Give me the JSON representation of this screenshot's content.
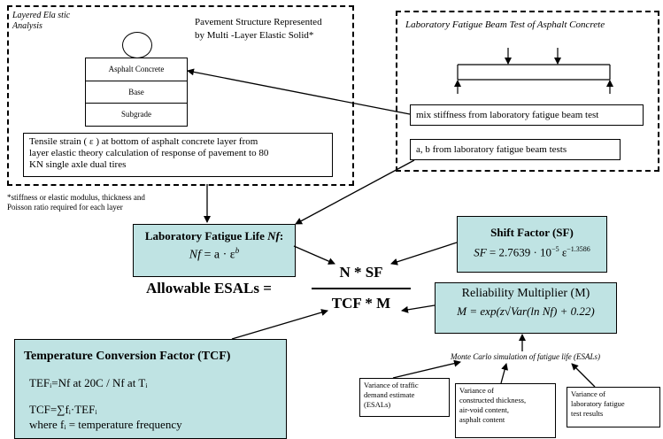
{
  "left_panel": {
    "title_line1": "Layered Ela   stic",
    "title_line2": "Analysis",
    "pavement_line1": "Pavement Structure Represented",
    "pavement_line2": "by Multi  -Layer Elastic Solid*",
    "layers": [
      "Asphalt Concrete",
      "Base",
      "Subgrade"
    ],
    "strain_line1": "Tensile strain (   ε  ) at bottom of asphalt concrete layer from",
    "strain_line2": "layer elastic theory calculation of response of pavement to 80",
    "strain_line3": "KN single axle dual tires",
    "footnote_line1": "*stiffness or elastic modulus, thickness and",
    "footnote_line2": "Poisson ratio required for each layer"
  },
  "right_panel": {
    "title": "Laboratory Fatigue Beam Test of Asphalt Concrete",
    "stiffness_label": "mix stiffness from laboratory fatigue beam test",
    "ab_label": "a, b from laboratory fatigue beam tests"
  },
  "fatigue_life": {
    "title_prefix": "Laboratory Fatigue Life ",
    "title_var": "Nf",
    "title_suffix": ":",
    "formula_lhs": "Nf",
    "formula_rhs": " = a · ε",
    "formula_exp": "b"
  },
  "shift_factor": {
    "title": "Shift Factor (SF)",
    "formula_lhs": "SF",
    "formula_rhs": " = 2.7639 · 10",
    "formula_exp1": "−5",
    "formula_eps": " ε",
    "formula_exp2": "−1.3586"
  },
  "equation": {
    "label": "Allowable ESALs =",
    "numerator": "N * SF",
    "denominator": "TCF * M"
  },
  "reliability": {
    "title": "Reliability Multiplier (M)",
    "formula": "M = exp(z√Var(ln Nf) + 0.22)",
    "monte_carlo": "Monte Carlo simulation of fatigue life (ESALs)",
    "variances": [
      [
        "Variance of traffic",
        "demand estimate",
        "(ESALs)"
      ],
      [
        "Variance of",
        "constructed thickness,",
        "air-void content,",
        "asphalt content"
      ],
      [
        "Variance of",
        "laboratory fatigue",
        "test results"
      ]
    ]
  },
  "tcf": {
    "title": "Temperature Conversion Factor (TCF)",
    "line1": "TEFᵢ=Nf at 20C / Nf at Tᵢ",
    "line2": "TCF=∑fᵢ·TEFᵢ",
    "line3": "where fᵢ = temperature frequency"
  }
}
